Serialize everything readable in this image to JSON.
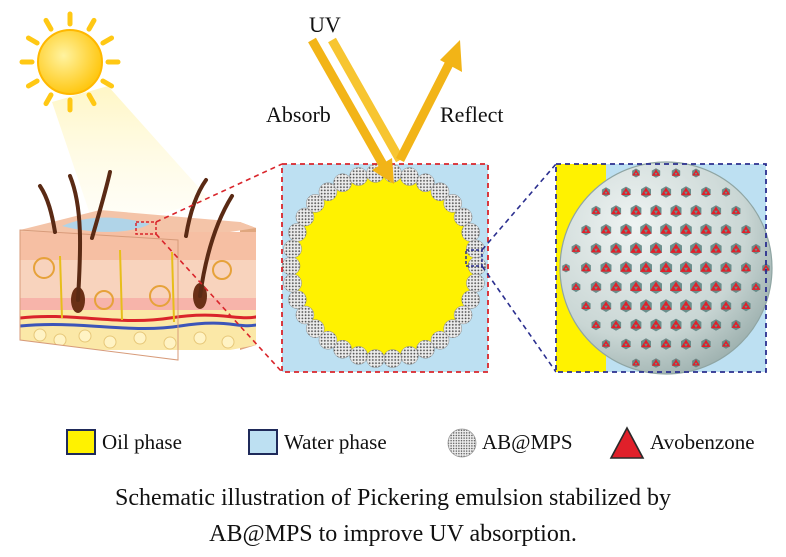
{
  "labels": {
    "uv": "UV",
    "absorb": "Absorb",
    "reflect": "Reflect"
  },
  "legend": [
    {
      "label": "Oil phase",
      "icon": "yellow-square",
      "color": "#FFF200"
    },
    {
      "label": "Water phase",
      "icon": "light-blue-square",
      "color": "#BDE0F2"
    },
    {
      "label": "AB@MPS",
      "icon": "porous-sphere-icon"
    },
    {
      "label": "Avobenzone",
      "icon": "red-triangle",
      "color": "#E0202A"
    }
  ],
  "caption": {
    "line1": "Schematic illustration of Pickering emulsion stabilized by",
    "line2": "AB@MPS to improve UV absorption."
  },
  "colors": {
    "sun": "#FFD21A",
    "uv_beam": "#F2B417",
    "oil": "#FFF200",
    "water": "#BDE0F2",
    "red_dash": "#D9252B",
    "blue_dash": "#2B2F8F"
  }
}
